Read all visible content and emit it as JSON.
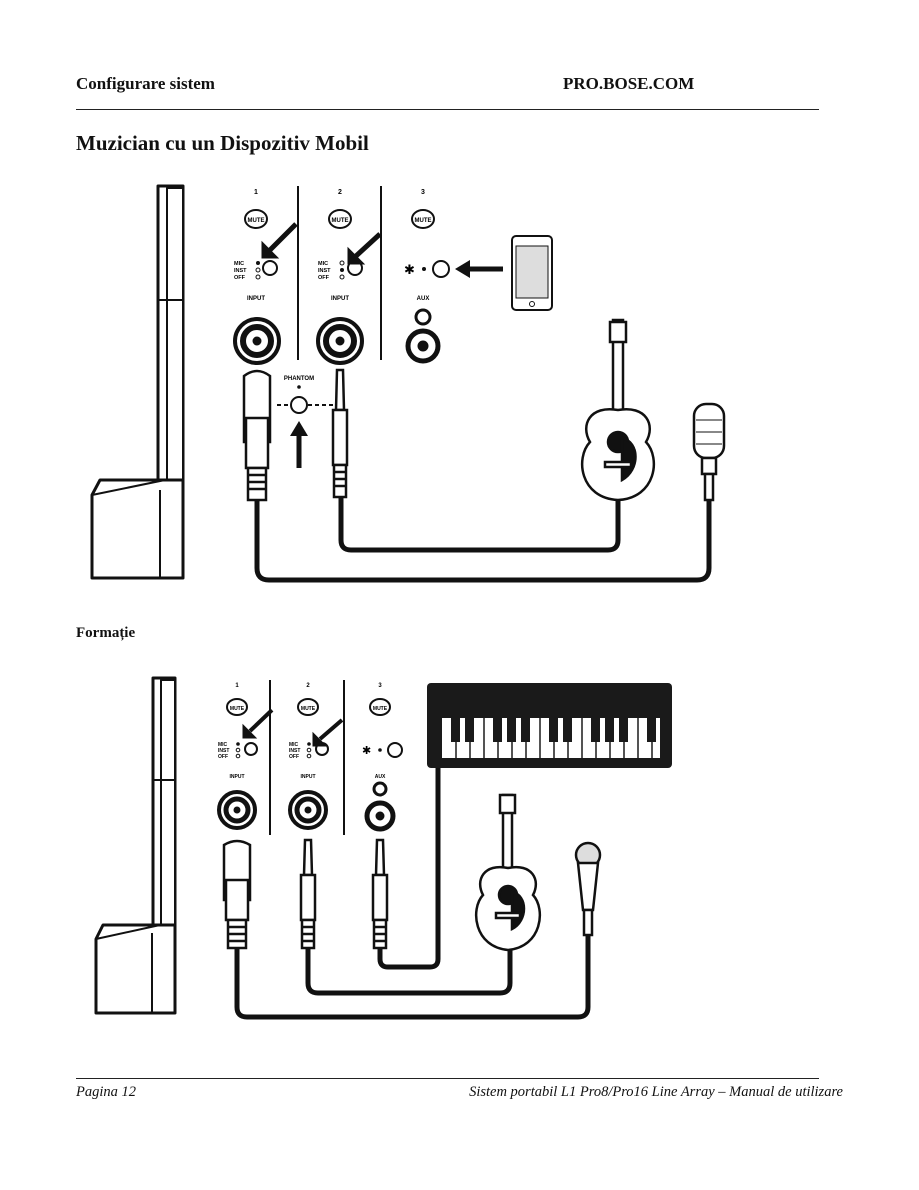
{
  "header": {
    "left": "Configurare sistem",
    "right": "PRO.BOSE.COM"
  },
  "section_title": "Muzician cu un Dispozitiv Mobil",
  "subsection_title": "Formație",
  "mixer_labels": {
    "ch1": "1",
    "ch2": "2",
    "ch3": "3",
    "mute": "MUTE",
    "mic": "MIC",
    "inst": "INST",
    "off": "OFF",
    "input": "INPUT",
    "aux": "AUX",
    "phantom": "PHANTOM"
  },
  "footer": {
    "left": "Pagina 12",
    "right": "Sistem portabil L1 Pro8/Pro16 Line Array – Manual de utilizare"
  }
}
